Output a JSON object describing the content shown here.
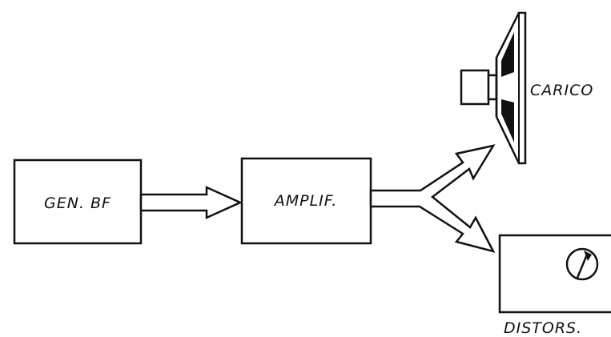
{
  "blocks": {
    "generator": {
      "label": "GEN. BF"
    },
    "amplifier": {
      "label": "AMPLIF."
    },
    "load": {
      "label": "CARICO",
      "icon": "speaker-icon"
    },
    "distortion_meter": {
      "label": "DISTORS.",
      "icon": "meter-gauge-icon"
    }
  },
  "colors": {
    "line": "#111111",
    "background": "#ffffff"
  }
}
